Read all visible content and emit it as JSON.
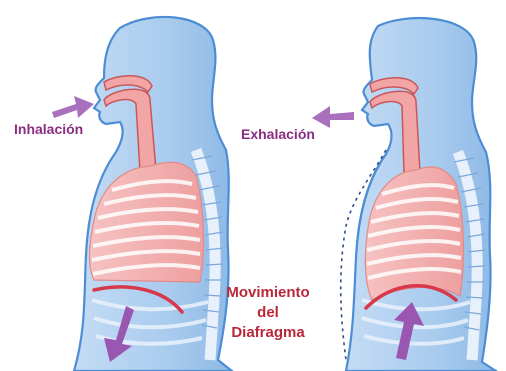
{
  "labels": {
    "inhale": "Inhalación",
    "exhale": "Exhalación",
    "diaphragm_lines": [
      "Movimiento",
      "del",
      "Diafragma"
    ]
  },
  "colors": {
    "body_fill": "#a9cbee",
    "body_stroke": "#4c8dd4",
    "airway": "#f2a5a5",
    "airway_stroke": "#c8575a",
    "lung": "#f4b8b8",
    "rib": "#ffffff",
    "diaphragm": "#d8394a",
    "arrow": "#9a57b2",
    "text_purple": "#8a2d80",
    "text_red": "#b8283a"
  },
  "icons": [
    "inhale-arrow-icon",
    "exhale-arrow-icon",
    "diaphragm-down-arrow-icon",
    "diaphragm-up-arrow-icon"
  ]
}
